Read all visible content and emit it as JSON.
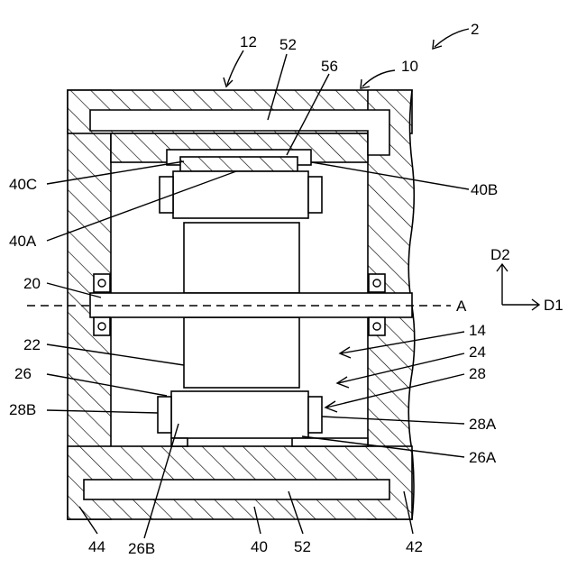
{
  "labels": {
    "l2": "2",
    "l12": "12",
    "l52_top": "52",
    "l56": "56",
    "l10": "10",
    "l40C": "40C",
    "l40B": "40B",
    "l40A": "40A",
    "lD2": "D2",
    "lD1": "D1",
    "l20": "20",
    "lA": "A",
    "l14": "14",
    "l22": "22",
    "l24": "24",
    "l26": "26",
    "l28": "28",
    "l28B": "28B",
    "l28A": "28A",
    "l26A": "26A",
    "l44": "44",
    "l26B": "26B",
    "l40": "40",
    "l52_bottom": "52",
    "l42": "42"
  }
}
